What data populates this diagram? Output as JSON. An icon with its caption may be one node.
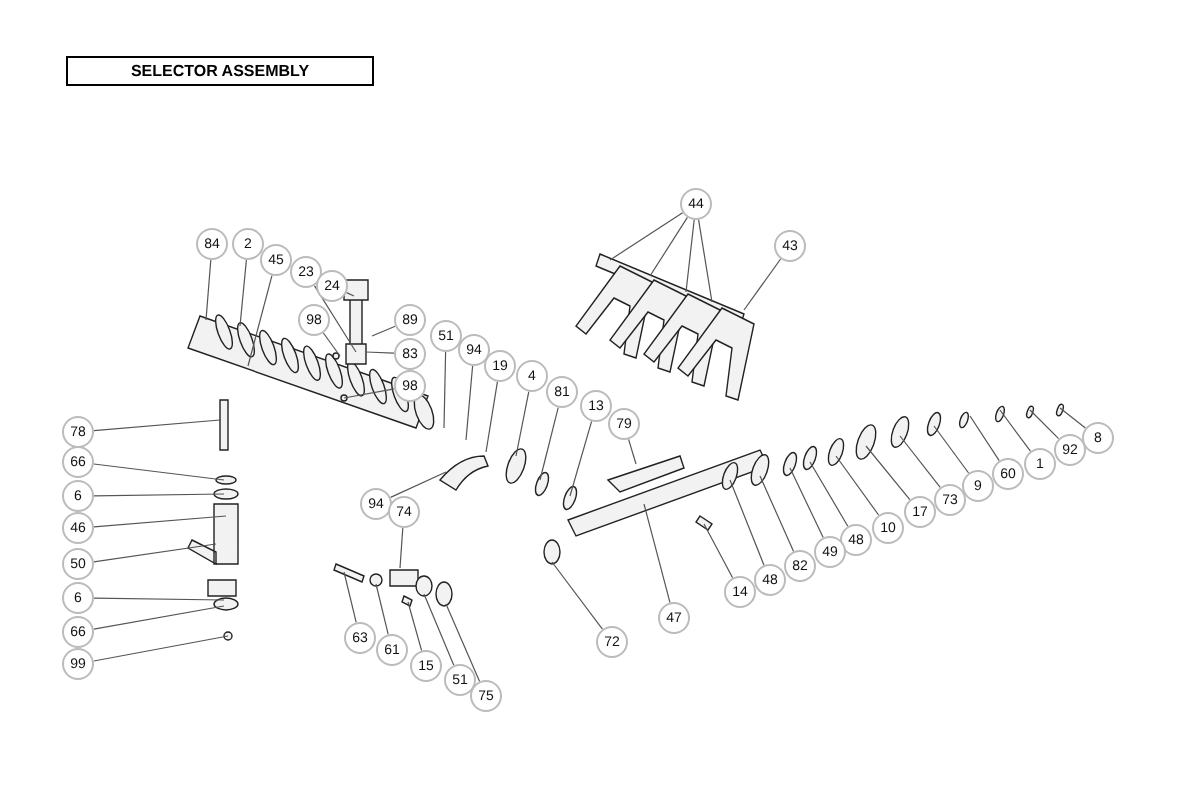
{
  "diagram": {
    "title": "SELECTOR ASSEMBLY",
    "nodes": [
      {
        "text": [
          "84"
        ]
      },
      {
        "text": [
          "2"
        ]
      },
      {
        "text": [
          "45"
        ]
      },
      {
        "text": [
          "23"
        ]
      },
      {
        "text": [
          "24"
        ]
      },
      {
        "text": [
          "98"
        ]
      },
      {
        "text": [
          "89"
        ]
      },
      {
        "text": [
          "83"
        ]
      },
      {
        "text": [
          "98"
        ]
      },
      {
        "text": [
          "51"
        ]
      },
      {
        "text": [
          "94"
        ]
      },
      {
        "text": [
          "19"
        ]
      },
      {
        "text": [
          "4"
        ]
      },
      {
        "text": [
          "81"
        ]
      },
      {
        "text": [
          "13"
        ]
      },
      {
        "text": [
          "79"
        ]
      },
      {
        "text": [
          "44"
        ]
      },
      {
        "text": [
          "43"
        ]
      },
      {
        "text": [
          "8"
        ]
      },
      {
        "text": [
          "92"
        ]
      },
      {
        "text": [
          "1"
        ]
      },
      {
        "text": [
          "60"
        ]
      },
      {
        "text": [
          "9"
        ]
      },
      {
        "text": [
          "73"
        ]
      },
      {
        "text": [
          "17"
        ]
      },
      {
        "text": [
          "10"
        ]
      },
      {
        "text": [
          "48"
        ]
      },
      {
        "text": [
          "49"
        ]
      },
      {
        "text": [
          "82"
        ]
      },
      {
        "text": [
          "48"
        ]
      },
      {
        "text": [
          "14"
        ]
      },
      {
        "text": [
          "47"
        ]
      },
      {
        "text": [
          "72"
        ]
      },
      {
        "text": [
          "78"
        ]
      },
      {
        "text": [
          "66"
        ]
      },
      {
        "text": [
          "6"
        ]
      },
      {
        "text": [
          "46"
        ]
      },
      {
        "text": [
          "50"
        ]
      },
      {
        "text": [
          "6"
        ]
      },
      {
        "text": [
          "66"
        ]
      },
      {
        "text": [
          "99"
        ]
      },
      {
        "text": [
          "94"
        ]
      },
      {
        "text": [
          "74"
        ]
      },
      {
        "text": [
          "63"
        ]
      },
      {
        "text": [
          "61"
        ]
      },
      {
        "text": [
          "15"
        ]
      },
      {
        "text": [
          "51"
        ]
      },
      {
        "text": [
          "75"
        ]
      }
    ],
    "edges": [
      {
        "from": 0,
        "to": null,
        "arrow": "none"
      },
      {
        "from": 1,
        "to": null,
        "arrow": "none"
      },
      {
        "from": 2,
        "to": null,
        "arrow": "none"
      },
      {
        "from": 3,
        "to": null,
        "arrow": "none"
      },
      {
        "from": 4,
        "to": null,
        "arrow": "none"
      },
      {
        "from": 5,
        "to": null,
        "arrow": "none"
      },
      {
        "from": 6,
        "to": null,
        "arrow": "none"
      },
      {
        "from": 7,
        "to": null,
        "arrow": "none"
      },
      {
        "from": 8,
        "to": null,
        "arrow": "none"
      },
      {
        "from": 9,
        "to": null,
        "arrow": "none"
      },
      {
        "from": 10,
        "to": null,
        "arrow": "none"
      },
      {
        "from": 11,
        "to": null,
        "arrow": "none"
      },
      {
        "from": 12,
        "to": null,
        "arrow": "none"
      },
      {
        "from": 13,
        "to": null,
        "arrow": "none"
      },
      {
        "from": 14,
        "to": null,
        "arrow": "none"
      },
      {
        "from": 15,
        "to": null,
        "arrow": "none"
      },
      {
        "from": 16,
        "to": null,
        "arrow": "none"
      },
      {
        "from": 16,
        "to": null,
        "arrow": "none"
      },
      {
        "from": 16,
        "to": null,
        "arrow": "none"
      },
      {
        "from": 16,
        "to": null,
        "arrow": "none"
      },
      {
        "from": 17,
        "to": null,
        "arrow": "none"
      },
      {
        "from": 18,
        "to": null,
        "arrow": "none"
      },
      {
        "from": 19,
        "to": null,
        "arrow": "none"
      },
      {
        "from": 20,
        "to": null,
        "arrow": "none"
      },
      {
        "from": 21,
        "to": null,
        "arrow": "none"
      },
      {
        "from": 22,
        "to": null,
        "arrow": "none"
      },
      {
        "from": 23,
        "to": null,
        "arrow": "none"
      },
      {
        "from": 24,
        "to": null,
        "arrow": "none"
      },
      {
        "from": 25,
        "to": null,
        "arrow": "none"
      },
      {
        "from": 26,
        "to": null,
        "arrow": "none"
      },
      {
        "from": 27,
        "to": null,
        "arrow": "none"
      },
      {
        "from": 28,
        "to": null,
        "arrow": "none"
      },
      {
        "from": 29,
        "to": null,
        "arrow": "none"
      },
      {
        "from": 30,
        "to": null,
        "arrow": "none"
      },
      {
        "from": 31,
        "to": null,
        "arrow": "none"
      },
      {
        "from": 32,
        "to": null,
        "arrow": "none"
      },
      {
        "from": 33,
        "to": null,
        "arrow": "none"
      },
      {
        "from": 34,
        "to": null,
        "arrow": "none"
      },
      {
        "from": 35,
        "to": null,
        "arrow": "none"
      },
      {
        "from": 36,
        "to": null,
        "arrow": "none"
      },
      {
        "from": 37,
        "to": null,
        "arrow": "none"
      },
      {
        "from": 38,
        "to": null,
        "arrow": "none"
      },
      {
        "from": 39,
        "to": null,
        "arrow": "none"
      },
      {
        "from": 40,
        "to": null,
        "arrow": "none"
      },
      {
        "from": 41,
        "to": null,
        "arrow": "none"
      },
      {
        "from": 42,
        "to": null,
        "arrow": "none"
      },
      {
        "from": 43,
        "to": null,
        "arrow": "none"
      },
      {
        "from": 44,
        "to": null,
        "arrow": "none"
      },
      {
        "from": 45,
        "to": null,
        "arrow": "none"
      },
      {
        "from": 46,
        "to": null,
        "arrow": "none"
      },
      {
        "from": 47,
        "to": null,
        "arrow": "none"
      }
    ]
  }
}
